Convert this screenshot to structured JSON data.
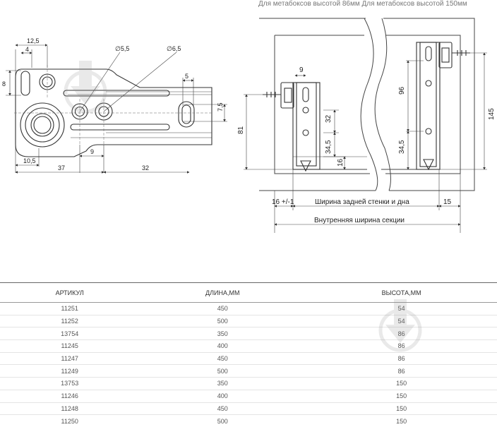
{
  "caption": "Для метабоксов высотой 86мм Для метабоксов высотой 150мм",
  "left_drawing": {
    "dims": {
      "d1": "12,5",
      "d2": "4",
      "d3": "8",
      "d4": "∅5,5",
      "d5": "∅6,5",
      "d6": "5",
      "d7": "7,5",
      "d8": "10,5",
      "d9": "9",
      "d10": "37",
      "d11": "32"
    }
  },
  "right_drawing": {
    "dims": {
      "r1": "9",
      "r2": "96",
      "r3": "145",
      "r4": "81",
      "r5": "32",
      "r6": "34,5",
      "r7": "34,5",
      "r8": "16",
      "r9": "16 +/-1",
      "r10": "15"
    },
    "back_width_label": "Ширина задней стенки и дна",
    "inner_width_label": "Внутренняя ширина секции"
  },
  "table": {
    "headers": [
      "АРТИКУЛ",
      "ДЛИНА,ММ",
      "ВЫСОТА,ММ"
    ],
    "rows": [
      [
        "11251",
        "450",
        "54"
      ],
      [
        "11252",
        "500",
        "54"
      ],
      [
        "13754",
        "350",
        "86"
      ],
      [
        "11245",
        "400",
        "86"
      ],
      [
        "11247",
        "450",
        "86"
      ],
      [
        "11249",
        "500",
        "86"
      ],
      [
        "13753",
        "350",
        "150"
      ],
      [
        "11246",
        "400",
        "150"
      ],
      [
        "11248",
        "450",
        "150"
      ],
      [
        "11250",
        "500",
        "150"
      ]
    ]
  }
}
